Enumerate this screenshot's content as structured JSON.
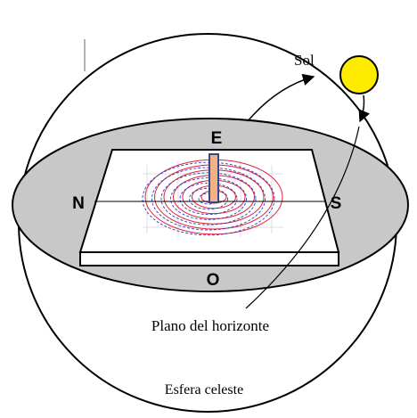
{
  "diagram": {
    "labels": {
      "sun": "Sol",
      "east": "E",
      "north": "N",
      "south": "S",
      "west": "O",
      "horizon_plane": "Plano del horizonte",
      "celestial_sphere": "Esfera celeste"
    },
    "colors": {
      "horizon_fill": "#c8c8c8",
      "sun_fill": "#ffeb00",
      "sun_stroke": "#000000",
      "rings_red": "#e0203a",
      "rings_blue": "#2a3ccc",
      "gnomon_fill": "#f4b183",
      "gnomon_stroke": "#2e4a8c",
      "line": "#000000",
      "plate_fill": "#ffffff"
    },
    "ring_count": 7
  }
}
